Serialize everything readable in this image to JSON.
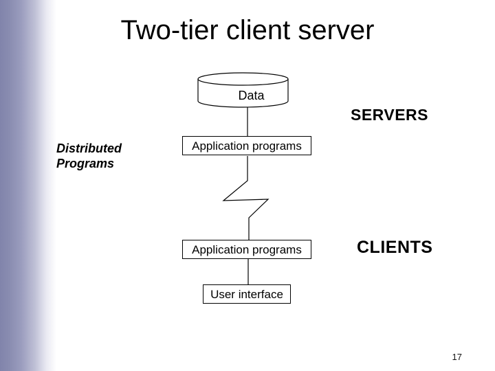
{
  "slide": {
    "title": "Two-tier client server",
    "page_number": "17"
  },
  "diagram": {
    "data_store_label": "Data",
    "servers_label": "SERVERS",
    "clients_label": "CLIENTS",
    "distributed_programs_label": "Distributed Programs",
    "boxes": {
      "app_programs_top": "Application programs",
      "app_programs_bottom": "Application programs",
      "user_interface": "User interface"
    }
  },
  "colors": {
    "background": "#ffffff",
    "sidebar_gradient_start": "#8184ab",
    "sidebar_gradient_end": "#ffffff",
    "text": "#000000",
    "shape_outline": "#000000",
    "shape_fill": "#ffffff"
  }
}
